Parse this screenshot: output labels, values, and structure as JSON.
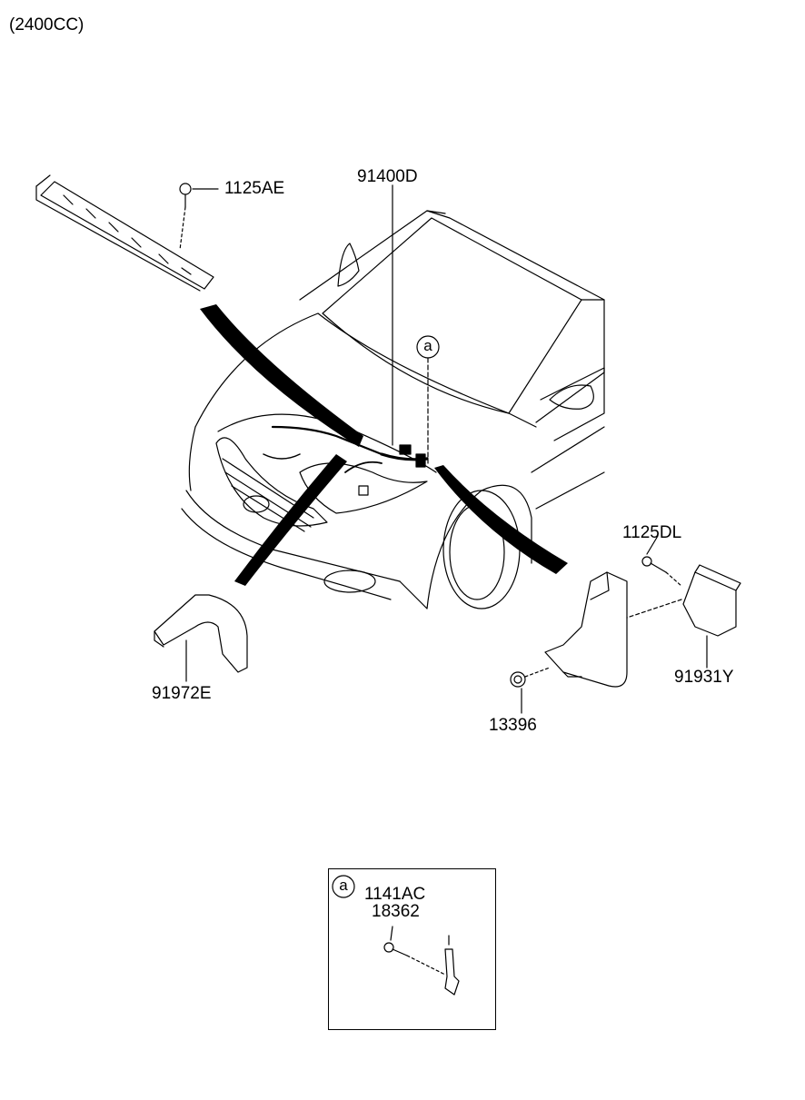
{
  "header": {
    "engine": "(2400CC)"
  },
  "parts": {
    "p1125AE": "1125AE",
    "p91400D": "91400D",
    "p1125DL": "1125DL",
    "p91972E": "91972E",
    "p91931Y": "91931Y",
    "p13396": "13396"
  },
  "callout": {
    "a": "a"
  },
  "detail": {
    "ref": "a",
    "part1": "1141AC",
    "part2": "18362"
  }
}
